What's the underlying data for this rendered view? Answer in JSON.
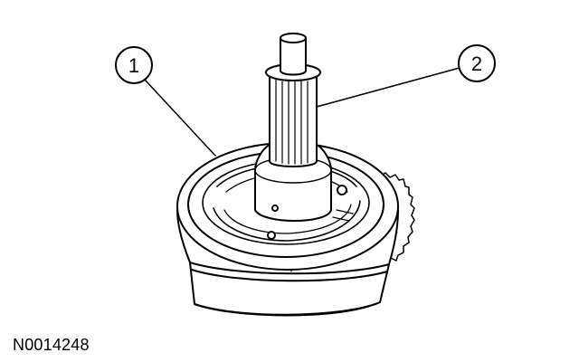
{
  "callouts": [
    {
      "label": "1",
      "target": "housing-rim"
    },
    {
      "label": "2",
      "target": "output-shaft"
    }
  ],
  "figure_id": "N0014248",
  "colors": {
    "stroke": "#000000",
    "fill": "#ffffff"
  }
}
